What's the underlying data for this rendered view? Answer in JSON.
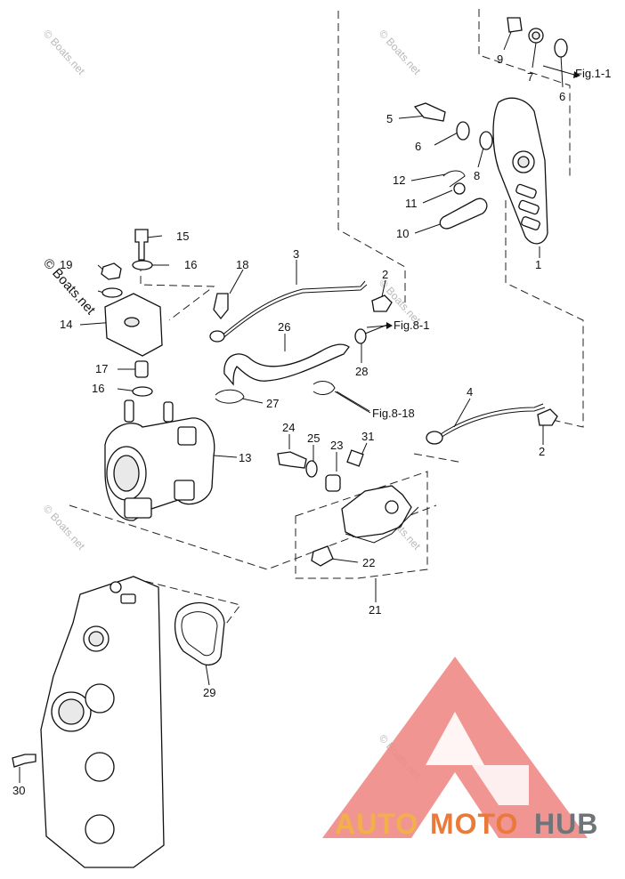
{
  "callouts": {
    "c1": "1",
    "c2a": "2",
    "c2b": "2",
    "c3": "3",
    "c4": "4",
    "c5": "5",
    "c6a": "6",
    "c6b": "6",
    "c7": "7",
    "c8": "8",
    "c9": "9",
    "c10": "10",
    "c11": "11",
    "c12": "12",
    "c13": "13",
    "c14": "14",
    "c15": "15",
    "c16a": "16",
    "c16b": "16",
    "c17": "17",
    "c18": "18",
    "c19": "19",
    "c21": "21",
    "c22": "22",
    "c23": "23",
    "c24": "24",
    "c25": "25",
    "c26": "26",
    "c27": "27",
    "c28": "28",
    "c29": "29",
    "c30": "30",
    "c31": "31"
  },
  "refs": {
    "fig_1_1": "Fig.1-1",
    "fig_8_1": "Fig.8-1",
    "fig_8_18": "Fig.8-18"
  },
  "watermark": {
    "text": "© Boats.net"
  },
  "logo": {
    "part1": "AUTO",
    "part2": "MOTO",
    "part3": "HUB",
    "colors": {
      "triangle": "#ef8a86",
      "auto": "#f2b04a",
      "moto": "#ea7a3a",
      "hub": "#6f7478"
    }
  }
}
